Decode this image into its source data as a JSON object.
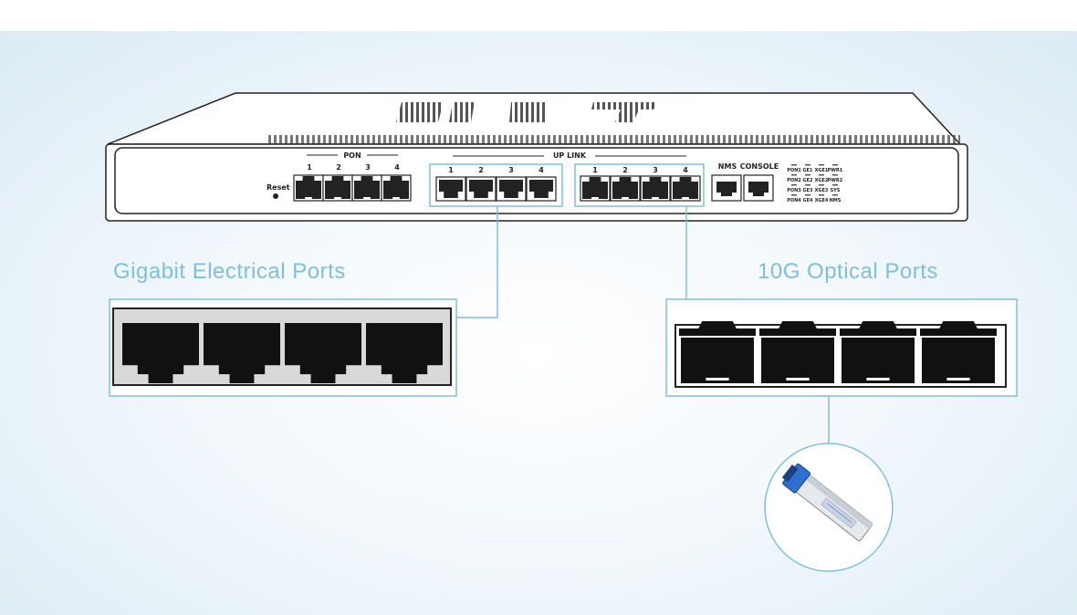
{
  "panel": {
    "reset_label": "Reset",
    "pon_label": "PON",
    "pon_ports": [
      "1",
      "2",
      "3",
      "4"
    ],
    "uplink_label": "UP LINK",
    "uplink_electrical_ports": [
      "1",
      "2",
      "3",
      "4"
    ],
    "uplink_optical_ports": [
      "1",
      "2",
      "3",
      "4"
    ],
    "nms_label": "NMS",
    "console_label": "CONSOLE",
    "leds": [
      [
        "PON1",
        "GE1",
        "XGE1",
        "PWR1"
      ],
      [
        "PON2",
        "GE2",
        "XGE2",
        "PWR2"
      ],
      [
        "PON3",
        "GE3",
        "XGE3",
        "SYS"
      ],
      [
        "PON4",
        "GE4",
        "XGE4",
        "NMS"
      ]
    ]
  },
  "callouts": {
    "electrical_title": "Gigabit Electrical Ports",
    "optical_title": "10G Optical Ports"
  },
  "colors": {
    "accent": "#7fc0d9",
    "outline": "#222222",
    "port_fill": "#111111",
    "zoom_bg": "#d9d9d9"
  }
}
